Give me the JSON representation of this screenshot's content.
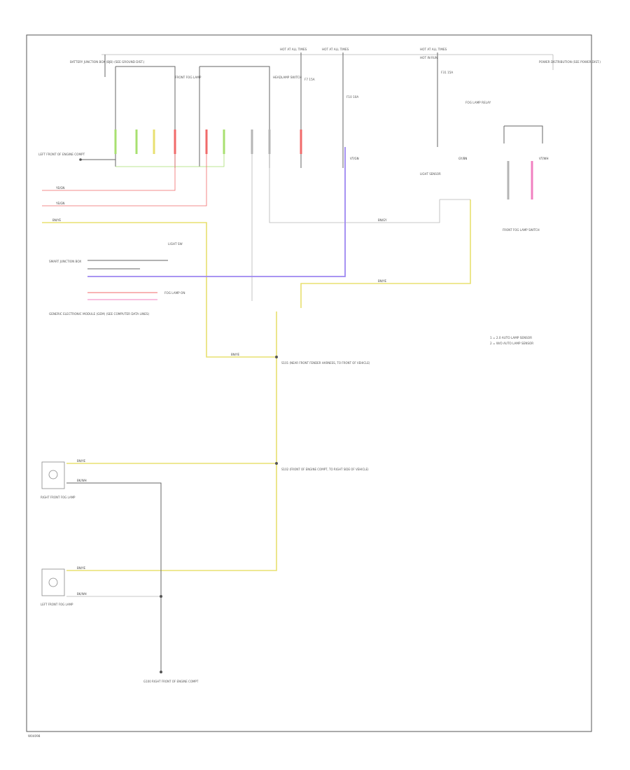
{
  "diagram": {
    "footer_code": "W04098",
    "notes": [
      "1 = 2.0 AUTO LAMP SENSOR",
      "2 = W/O AUTO LAMP SENSOR"
    ],
    "frame_color": "#555555",
    "wire_colors": {
      "red": "#f06a6a",
      "yellow": "#e8e070",
      "green": "#a8e070",
      "violet": "#9d86f0",
      "pink": "#f080c0",
      "gray": "#b5b5b5",
      "black": "#666666"
    },
    "top_labels": {
      "hot_at_all_times_1": "HOT AT ALL TIMES",
      "hot_at_all_times_2": "HOT AT ALL TIMES",
      "hot_at_all_times_3": "HOT AT ALL TIMES",
      "hot_in_run": "HOT IN RUN",
      "left_ref": "BATTERY JUNCTION BOX (BJB) (SEE GROUND DIST.)",
      "right_ref": "POWER DISTRIBUTION (SEE POWER DIST.)",
      "fuse_a": "F7 15A",
      "fuse_b": "F10 10A",
      "fuse_c": "F31 15A",
      "relay": "FOG LAMP RELAY",
      "sw_a": "FRONT FOG LAMP",
      "sw_b": "HEADLAMP SWITCH"
    },
    "left_labels": {
      "ground_ref": "LEFT FRONT OF ENGINE COMPT",
      "gem": "GENERIC ELECTRONIC MODULE (GEM) (SEE COMPUTER DATA LINES)",
      "light_sw": "LIGHT SW",
      "smart_jb": "SMART JUNCTION BOX",
      "fog_on": "FOG LAMP ON"
    },
    "wire_labels": {
      "w_red1": "YE/GN",
      "w_red2": "YE/GN",
      "w_yel1": "BN/YE",
      "w_gry1": "BN/GY",
      "w_yel2": "BN/YE",
      "w_yel3": "BN/YE",
      "w_yel4": "BN/YE",
      "w_yel5": "BN/YE",
      "w_blk1": "BK/WH",
      "w_blk2": "BK/WH",
      "w_vio": "VT/GN",
      "w_gry2": "GY/BN",
      "w_pnk": "VT/WH"
    },
    "splice_labels": {
      "s1": "S101 (NEAR FRONT FENDER HARNESS, TO FRONT OF VEHICLE)",
      "s2": "S102 (FRONT OF ENGINE COMPT, TO RIGHT SIDE OF VEHICLE)",
      "g1": "G100 RIGHT FRONT OF ENGINE COMPT"
    },
    "components": {
      "right_fog": "RIGHT FRONT FOG LAMP",
      "left_fog": "LEFT FRONT FOG LAMP",
      "fog_switch": "FRONT FOG LAMP SWITCH",
      "light_sensor": "LIGHT SENSOR"
    }
  }
}
